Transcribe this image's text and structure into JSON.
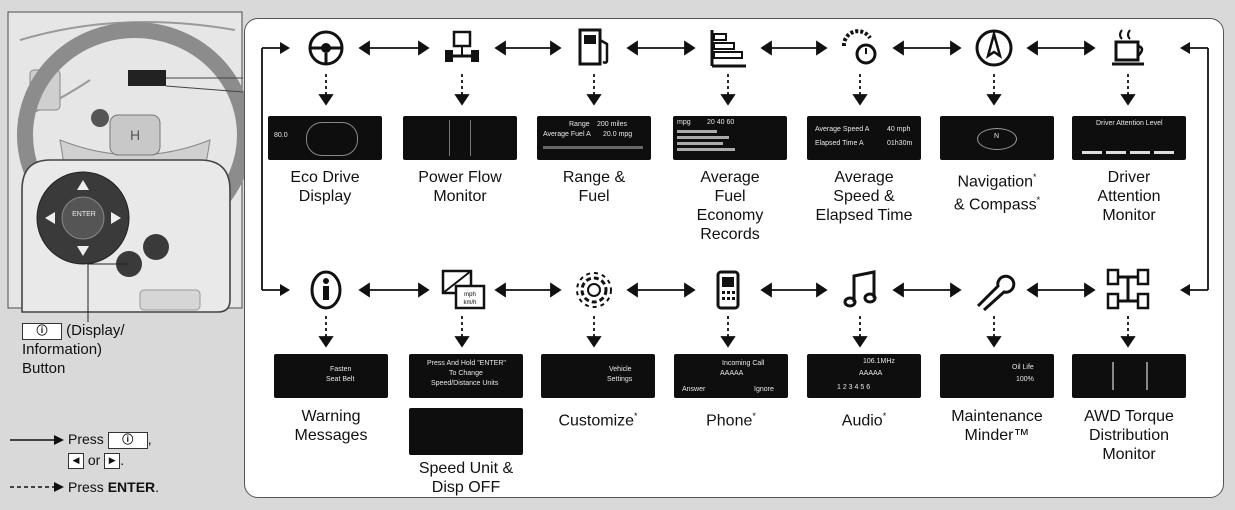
{
  "left": {
    "enter_label": "ENTER",
    "button_caption_1": "(Display/",
    "button_caption_2": "Information)",
    "button_caption_3": "Button",
    "legend_press": "Press",
    "legend_or": "or",
    "legend_press2": "Press",
    "legend_enter": "ENTER"
  },
  "top_row": [
    {
      "label1": "Eco Drive",
      "label2": "Display",
      "label3": "",
      "label4": ""
    },
    {
      "label1": "Power Flow",
      "label2": "Monitor",
      "label3": "",
      "label4": ""
    },
    {
      "label1": "Range &",
      "label2": "Fuel",
      "label3": "",
      "label4": ""
    },
    {
      "label1": "Average",
      "label2": "Fuel",
      "label3": "Economy",
      "label4": "Records"
    },
    {
      "label1": "Average",
      "label2": "Speed &",
      "label3": "Elapsed Time",
      "label4": ""
    },
    {
      "label1": "Navigation",
      "label2": "& Compass",
      "label3": "",
      "label4": ""
    },
    {
      "label1": "Driver",
      "label2": "Attention",
      "label3": "Monitor",
      "label4": ""
    }
  ],
  "bottom_row": [
    {
      "label1": "Warning",
      "label2": "Messages",
      "label3": ""
    },
    {
      "label1": "Speed Unit &",
      "label2": "Disp OFF",
      "label3": ""
    },
    {
      "label1": "Customize",
      "label2": "",
      "label3": ""
    },
    {
      "label1": "Phone",
      "label2": "",
      "label3": ""
    },
    {
      "label1": "Audio",
      "label2": "",
      "label3": ""
    },
    {
      "label1": "Maintenance",
      "label2": "Minder™",
      "label3": ""
    },
    {
      "label1": "AWD Torque",
      "label2": "Distribution",
      "label3": "Monitor"
    }
  ],
  "screens": {
    "eco_value": "80.0",
    "range_label": "Range",
    "range_value": "200 miles",
    "avg_fuel_label": "Average Fuel A",
    "avg_fuel_value": "20.0 mpg",
    "records_unit": "mpg",
    "records_ticks": "20   40   60",
    "avg_speed_label": "Average Speed A",
    "avg_speed_value": "40 mph",
    "elapsed_label": "Elapsed Time A",
    "elapsed_value": "01h30m",
    "compass_letter": "N",
    "driver_attention": "Driver Attention Level",
    "fasten1": "Fasten",
    "fasten2": "Seat Belt",
    "speed_msg1": "Press And Hold \"ENTER\"",
    "speed_msg2": "To Change",
    "speed_msg3": "Speed/Distance Units",
    "vehicle1": "Vehicle",
    "vehicle2": "Settings",
    "incoming": "Incoming Call",
    "caller": "AAAAA",
    "answer": "Answer",
    "ignore": "Ignore",
    "audio_freq": "106.1MHz",
    "audio_name": "AAAAA",
    "audio_presets": "1   2   3   4   5   6",
    "oil_life": "Oil Life",
    "oil_value": "100%",
    "speed_units_icon": "mph / km/h"
  }
}
